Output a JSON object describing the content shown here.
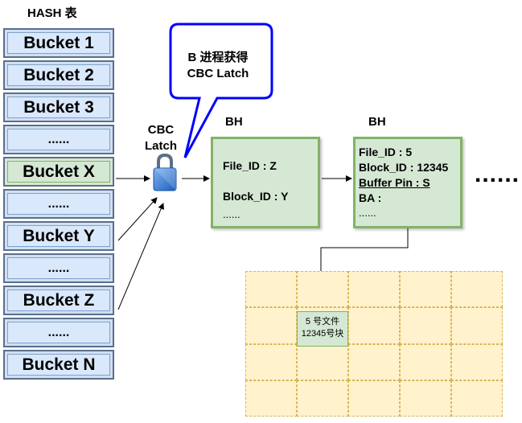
{
  "hash_table": {
    "title": "HASH 表",
    "buckets": [
      {
        "label": "Bucket 1"
      },
      {
        "label": "Bucket 2"
      },
      {
        "label": "Bucket 3"
      },
      {
        "label": "......"
      },
      {
        "label": "Bucket X"
      },
      {
        "label": "......"
      },
      {
        "label": "Bucket Y"
      },
      {
        "label": "......"
      },
      {
        "label": "Bucket Z"
      },
      {
        "label": "......"
      },
      {
        "label": "Bucket N"
      }
    ]
  },
  "callout": {
    "line1": "B 进程获得",
    "line2": "CBC Latch"
  },
  "latch": {
    "label_line1": "CBC",
    "label_line2": "Latch"
  },
  "bh1": {
    "label": "BH",
    "file_id": "File_ID : Z",
    "block_id": "Block_ID : Y",
    "more": "......"
  },
  "bh2": {
    "label": "BH",
    "file_id": "File_ID : 5",
    "block_id": "Block_ID : 12345",
    "buffer_pin": "Buffer Pin :  S",
    "ba": "BA :",
    "more": "......"
  },
  "trailing": "......",
  "buffer_cache": {
    "block_line1": "5 号文件",
    "block_line2": "12345号块"
  },
  "colors": {
    "bucket_fill": "#dae8fc",
    "bucket_border": "#5a6f8c",
    "highlight_fill": "#d5e8d4",
    "bh_border": "#82b366",
    "grid_fill": "#fff2cc",
    "grid_border": "#d6b656",
    "callout_border": "#0000ff"
  }
}
